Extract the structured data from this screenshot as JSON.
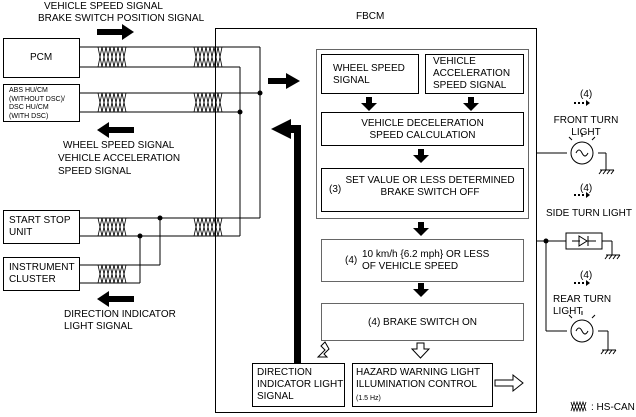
{
  "labels": {
    "top_signal_1": "VEHICLE SPEED SIGNAL",
    "top_signal_2": "BRAKE SWITCH POSITION SIGNAL",
    "fbcm": "FBCM",
    "pcm": "PCM",
    "abs": "ABS HU/CM\n(WITHOUT DSC)/\nDSC HU/CM\n(WITH DSC)",
    "wheel_signal_1": "WHEEL SPEED SIGNAL",
    "wheel_signal_2": "VEHICLE ACCELERATION",
    "wheel_signal_3": "SPEED SIGNAL",
    "start_stop": "START STOP\nUNIT",
    "instrument": "INSTRUMENT\nCLUSTER",
    "dir_signal_1": "DIRECTION INDICATOR",
    "dir_signal_2": "LIGHT SIGNAL",
    "wheel_speed_box": "WHEEL SPEED\nSIGNAL",
    "vehicle_accel_box": "VEHICLE\nACCELERATION\nSPEED SIGNAL",
    "decel_box": "VEHICLE DECELERATION\nSPEED CALCULATION",
    "step3_num": "(3)",
    "step3_text": "SET VALUE OR LESS DETERMINED\nBRAKE SWITCH OFF",
    "step4a_num": "(4)",
    "step4a_text": "10 km/h {6.2 mph} OR LESS\nOF VEHICLE SPEED",
    "step4b": "(4) BRAKE SWITCH ON",
    "dir_light_box": "DIRECTION\nINDICATOR LIGHT\nSIGNAL",
    "hazard_box": "HAZARD WARNING LIGHT\nILLUMINATION CONTROL",
    "hazard_freq": "(1.5 Hz)",
    "front_num": "(4)",
    "front_light": "FRONT TURN\nLIGHT",
    "side_num": "(4)",
    "side_light": "SIDE TURN LIGHT",
    "rear_num": "(4)",
    "rear_light": "REAR TURN\nLIGHT",
    "legend": ": HS-CAN"
  }
}
